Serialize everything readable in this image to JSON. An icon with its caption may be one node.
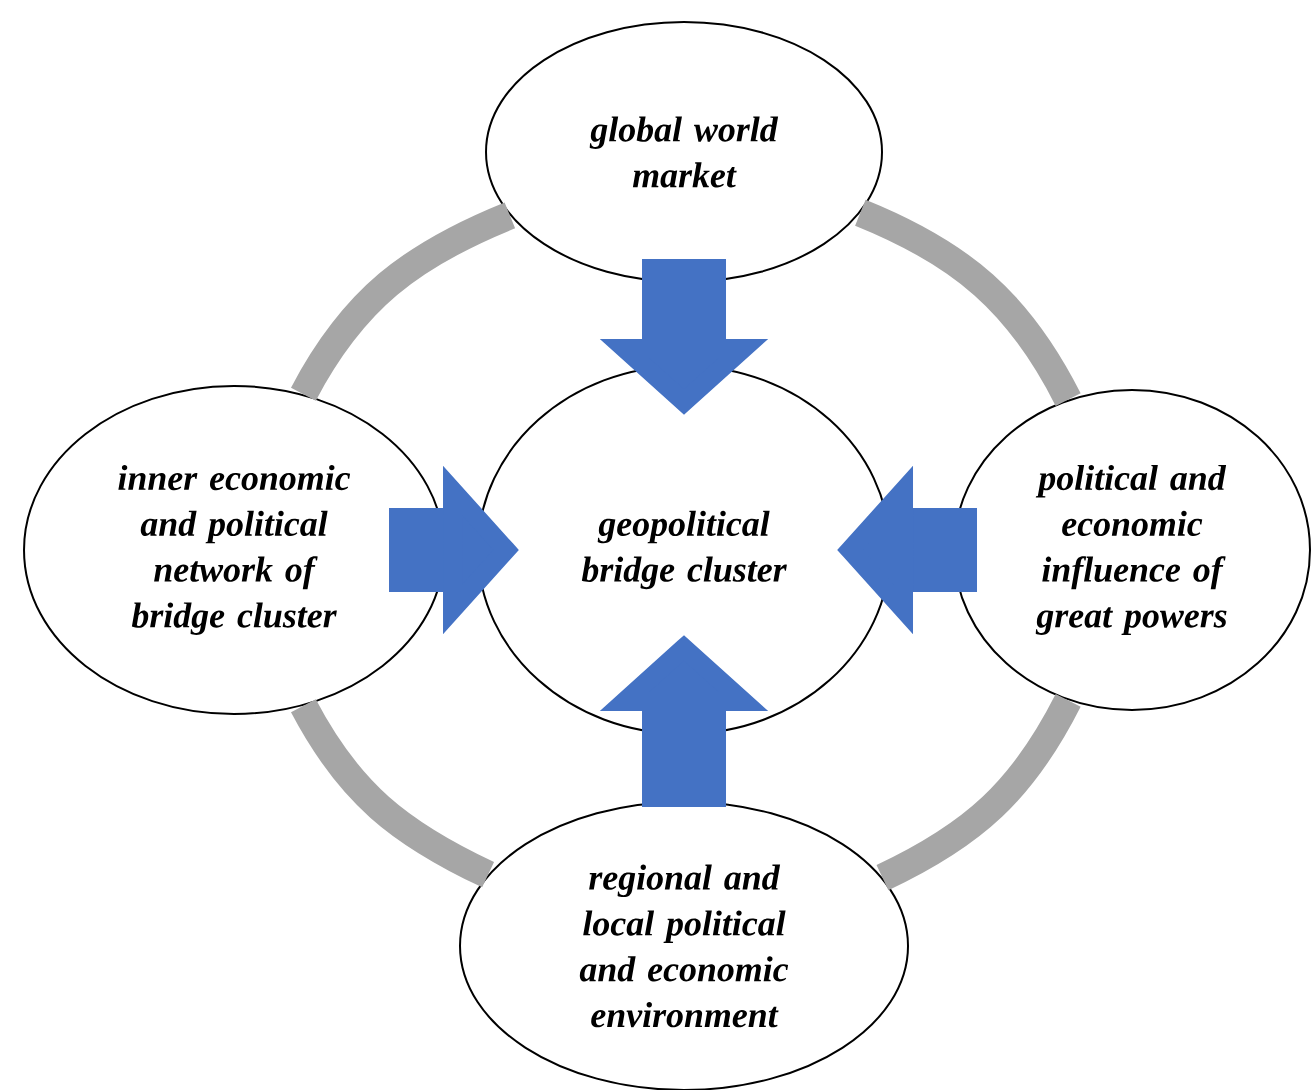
{
  "diagram": {
    "nodes": [
      {
        "text": [
          "global world market"
        ]
      },
      {
        "text": [
          "inner economic and political network of bridge cluster"
        ]
      },
      {
        "text": [
          "geopolitical bridge cluster"
        ]
      },
      {
        "text": [
          "political and economic influence of great powers"
        ]
      },
      {
        "text": [
          "regional and local political and economic environment"
        ]
      }
    ],
    "edges": [
      {
        "from": 0,
        "to": 2,
        "arrow": "to",
        "style": "thick",
        "color": "#4472c4"
      },
      {
        "from": 1,
        "to": 2,
        "arrow": "to",
        "style": "thick",
        "color": "#4472c4"
      },
      {
        "from": 3,
        "to": 2,
        "arrow": "to",
        "style": "thick",
        "color": "#4472c4"
      },
      {
        "from": 4,
        "to": 2,
        "arrow": "to",
        "style": "thick",
        "color": "#4472c4"
      },
      {
        "from": 0,
        "to": 3,
        "arrow": "none",
        "color": "#a6a6a6"
      },
      {
        "from": 3,
        "to": 4,
        "arrow": "none",
        "color": "#a6a6a6"
      },
      {
        "from": 4,
        "to": 1,
        "arrow": "none",
        "color": "#a6a6a6"
      },
      {
        "from": 1,
        "to": 0,
        "arrow": "none",
        "color": "#a6a6a6"
      }
    ]
  }
}
